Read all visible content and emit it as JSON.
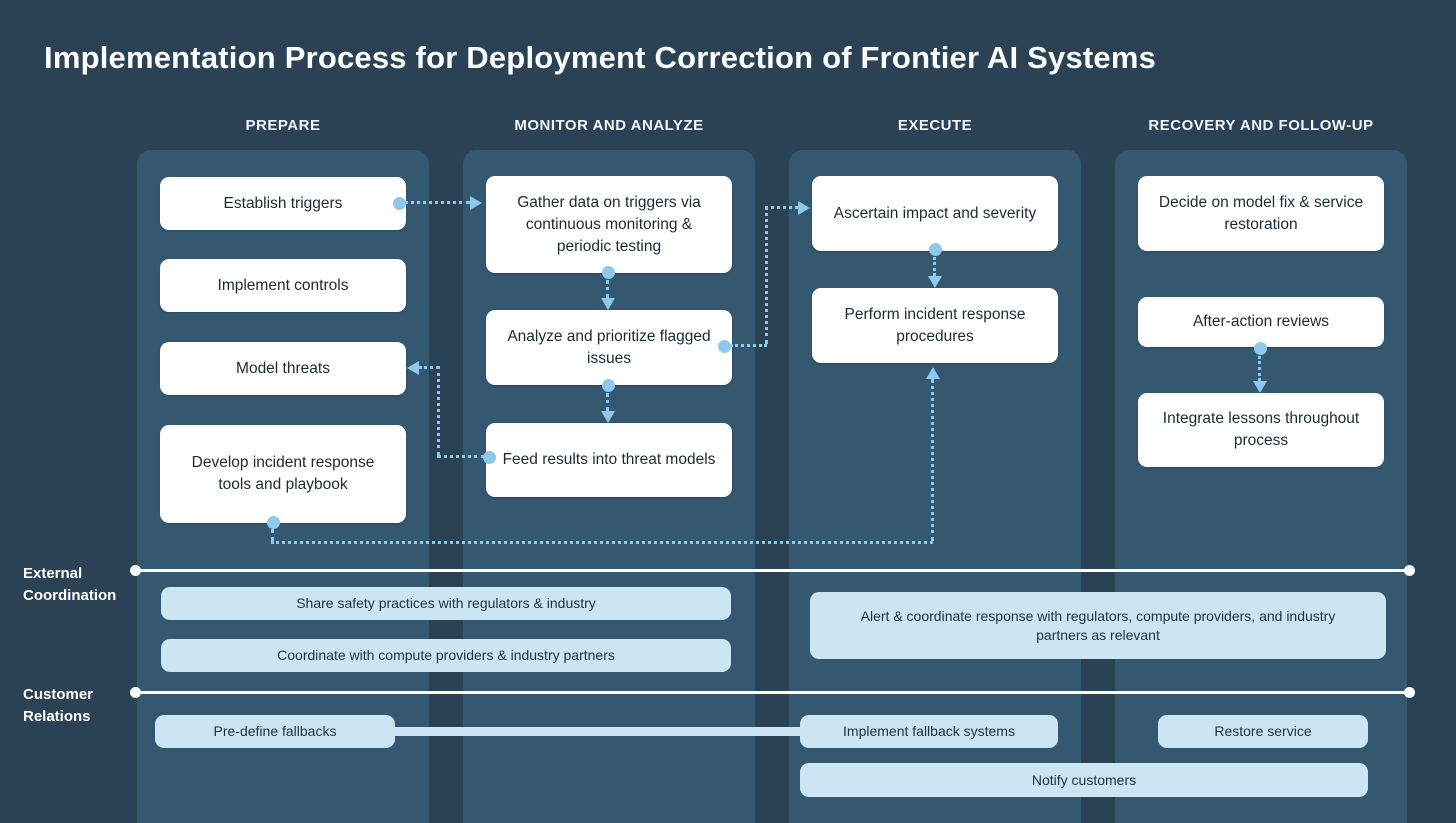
{
  "title": "Implementation Process for Deployment Correction of Frontier AI Systems",
  "colors": {
    "background": "#2B4255",
    "panel": "#355871",
    "card": "#FFFFFF",
    "card_text": "#1C2B33",
    "lane_box": "#CBE5F3",
    "lane_box_text": "#1A3442",
    "accent_arrow": "#8CC9EC",
    "lane_line": "#FFFFFF",
    "title_text": "#FCFDFE"
  },
  "columns": [
    {
      "header": "PREPARE",
      "boxes": [
        "Establish triggers",
        "Implement controls",
        "Model threats",
        "Develop incident response tools and playbook"
      ]
    },
    {
      "header": "MONITOR AND ANALYZE",
      "boxes": [
        "Gather data on triggers via continuous monitoring & periodic testing",
        "Analyze and prioritize flagged issues",
        "Feed results into threat models"
      ]
    },
    {
      "header": "EXECUTE",
      "boxes": [
        "Ascertain impact and severity",
        "Perform incident response procedures"
      ]
    },
    {
      "header": "RECOVERY AND FOLLOW-UP",
      "boxes": [
        "Decide on model fix & service restoration",
        "After-action reviews",
        "Integrate lessons throughout process"
      ]
    }
  ],
  "connectors": [
    {
      "from": "Establish triggers",
      "to": "Gather data on triggers via continuous monitoring & periodic testing",
      "style": "dotted-arrow"
    },
    {
      "from": "Gather data on triggers via continuous monitoring & periodic testing",
      "to": "Analyze and prioritize flagged issues",
      "style": "dotted-arrow"
    },
    {
      "from": "Analyze and prioritize flagged issues",
      "to": "Feed results into threat models",
      "style": "dotted-arrow"
    },
    {
      "from": "Feed results into threat models",
      "to": "Model threats",
      "style": "dotted-arrow"
    },
    {
      "from": "Analyze and prioritize flagged issues",
      "to": "Ascertain impact and severity",
      "style": "dotted-arrow"
    },
    {
      "from": "Ascertain impact and severity",
      "to": "Perform incident response procedures",
      "style": "dotted-arrow"
    },
    {
      "from": "Develop incident response tools and playbook",
      "to": "Perform incident response procedures",
      "style": "dotted-arrow"
    },
    {
      "from": "After-action reviews",
      "to": "Integrate lessons throughout process",
      "style": "dotted-arrow"
    },
    {
      "from": "Pre-define fallbacks",
      "to": "Implement fallback systems",
      "style": "solid-bar"
    }
  ],
  "lanes": [
    {
      "label": "External Coordination",
      "boxes": [
        "Share safety practices with regulators & industry",
        "Coordinate with compute providers & industry partners",
        "Alert & coordinate response with regulators, compute providers, and industry partners as relevant"
      ]
    },
    {
      "label": "Customer Relations",
      "boxes": [
        "Pre-define fallbacks",
        "Implement fallback systems",
        "Notify customers",
        "Restore service"
      ]
    }
  ]
}
